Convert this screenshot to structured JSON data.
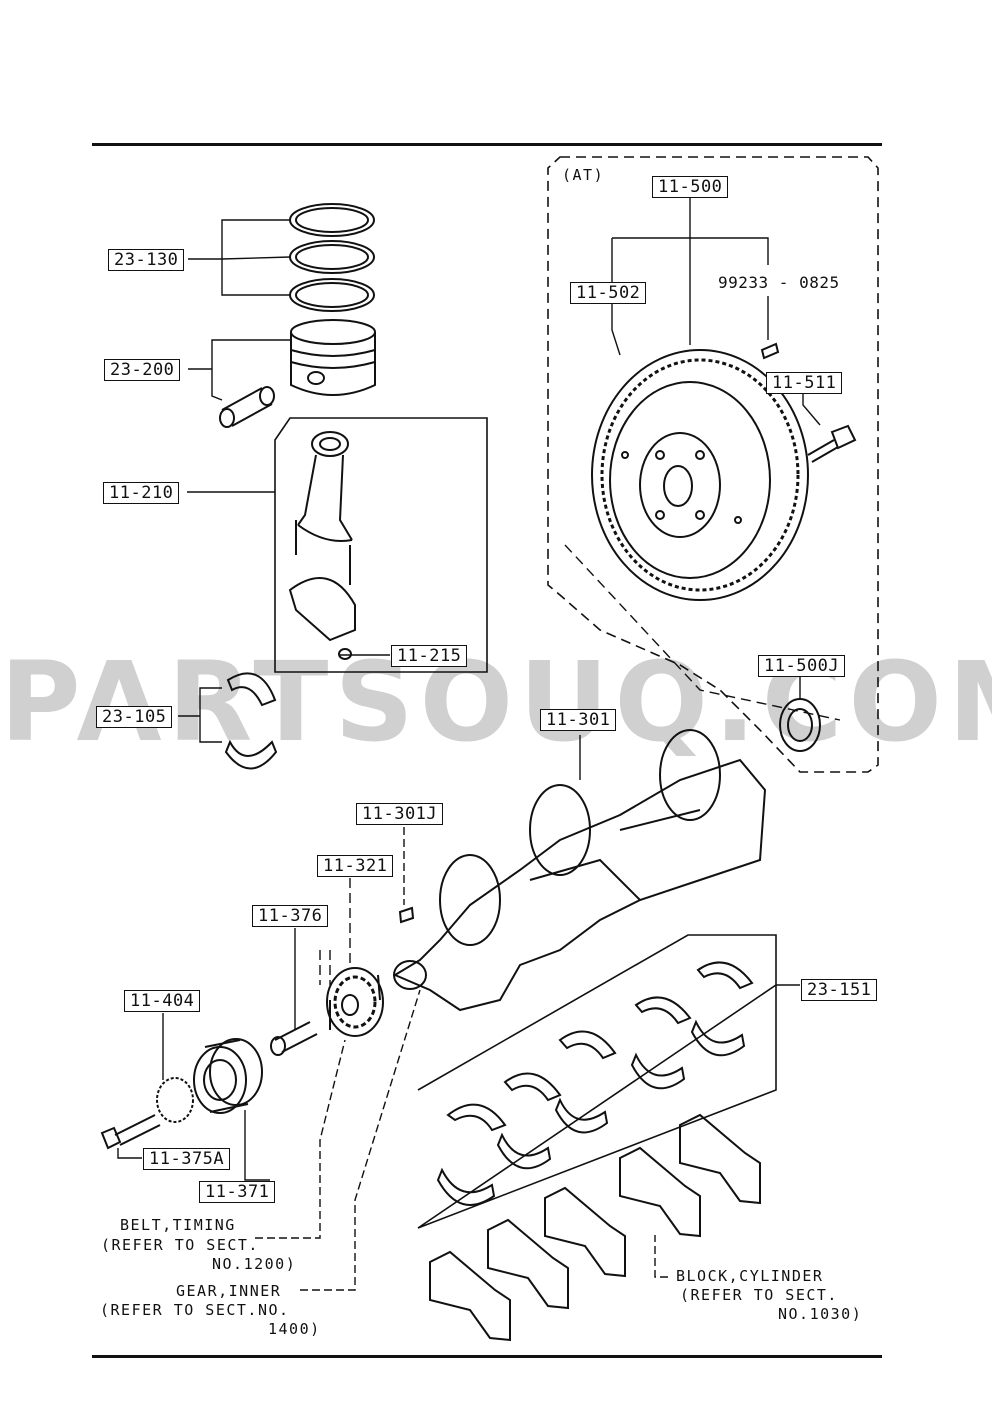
{
  "watermark": "PARTSOUQ.COM",
  "at_note": "(AT)",
  "parts": {
    "p23_130": "23-130",
    "p23_200": "23-200",
    "p11_210": "11-210",
    "p11_215": "11-215",
    "p23_105": "23-105",
    "p11_500": "11-500",
    "p11_502": "11-502",
    "p11_511": "11-511",
    "p11_500j": "11-500J",
    "p11_301": "11-301",
    "p11_301j": "11-301J",
    "p11_321": "11-321",
    "p11_376": "11-376",
    "p11_404": "11-404",
    "p11_375a": "11-375A",
    "p11_371": "11-371",
    "p23_151": "23-151",
    "bolt_number": "99233 - 0825"
  },
  "refs": {
    "belt_l1": "BELT,TIMING",
    "belt_l2": "(REFER TO SECT.",
    "belt_l3": "NO.1200)",
    "gear_l1": "GEAR,INNER",
    "gear_l2": "(REFER TO SECT.NO.",
    "gear_l3": "1400)",
    "block_l1": "BLOCK,CYLINDER",
    "block_l2": "(REFER TO SECT.",
    "block_l3": "NO.1030)"
  }
}
